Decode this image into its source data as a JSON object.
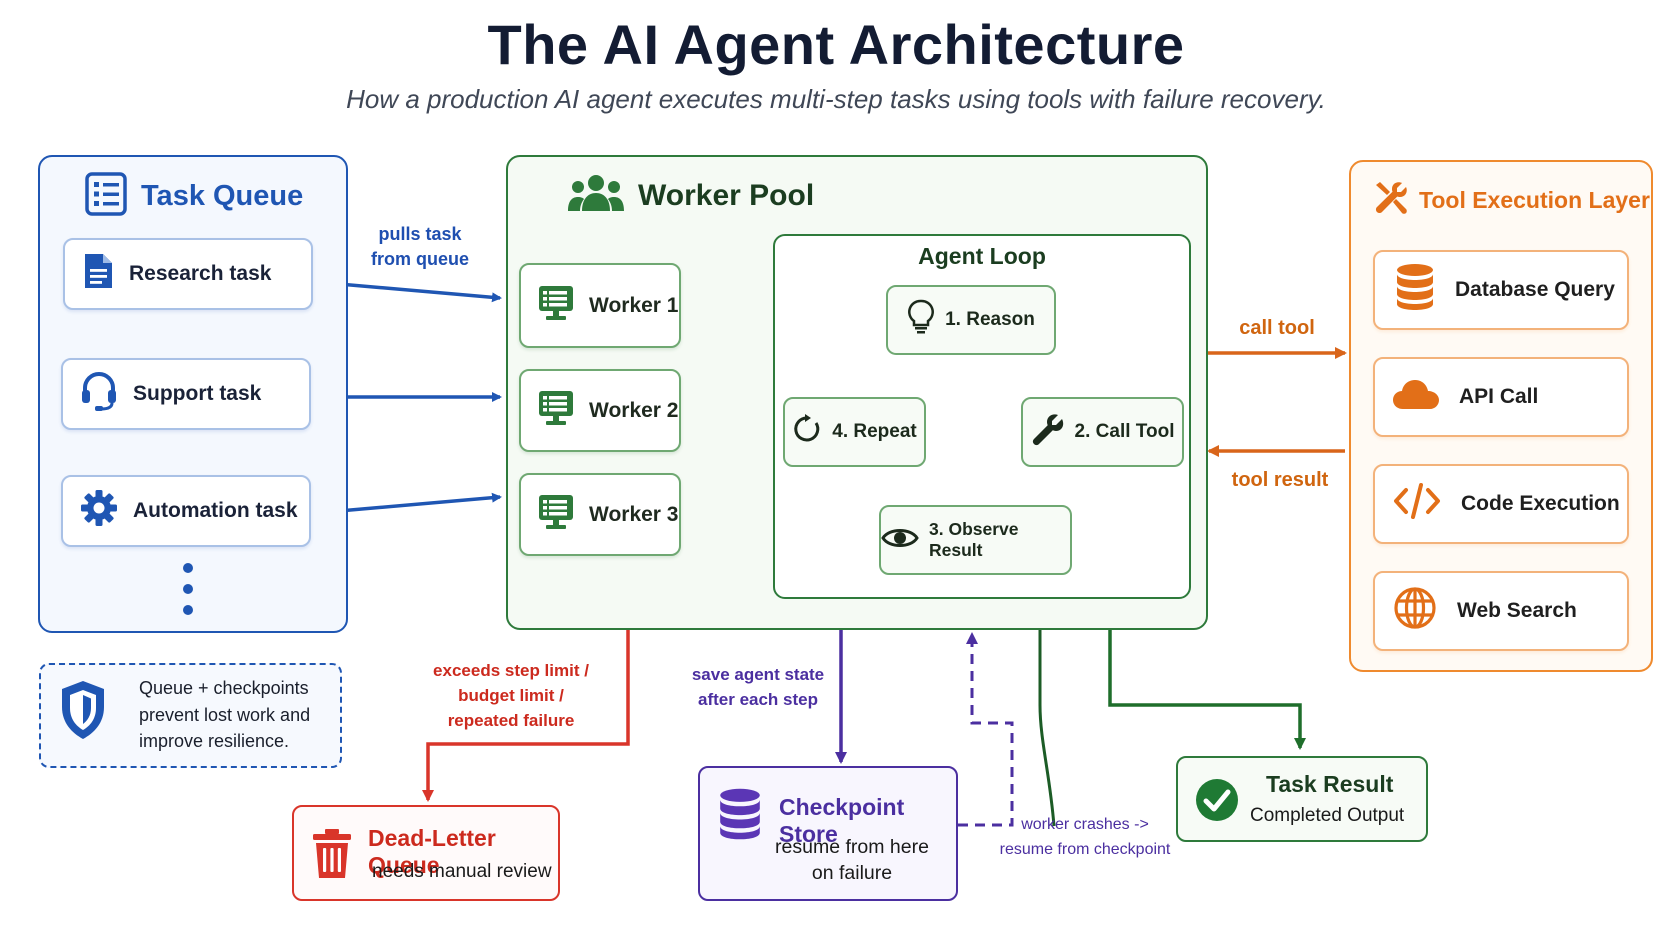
{
  "header": {
    "title": "The AI Agent Architecture",
    "subtitle": "How a production AI agent executes multi-step tasks using tools with failure recovery."
  },
  "task_queue": {
    "title": "Task Queue",
    "tasks": [
      {
        "label": "Research task",
        "icon": "document-icon"
      },
      {
        "label": "Support task",
        "icon": "headset-icon"
      },
      {
        "label": "Automation task",
        "icon": "gear-icon"
      }
    ]
  },
  "note": {
    "text_lines": [
      "Queue + checkpoints",
      "prevent lost work and",
      "improve resilience."
    ]
  },
  "worker_pool": {
    "title": "Worker Pool",
    "workers": [
      "Worker 1",
      "Worker 2",
      "Worker 3"
    ],
    "pull_label": [
      "pulls task",
      "from queue"
    ]
  },
  "agent_loop": {
    "title": "Agent Loop",
    "steps": [
      "1. Reason",
      "2. Call Tool",
      "3. Observe Result",
      "4. Repeat"
    ]
  },
  "tool_layer": {
    "title": "Tool Execution Layer",
    "tools": [
      {
        "label": "Database Query",
        "icon": "database-icon"
      },
      {
        "label": "API Call",
        "icon": "cloud-icon"
      },
      {
        "label": "Code Execution",
        "icon": "code-icon"
      },
      {
        "label": "Web Search",
        "icon": "globe-icon"
      }
    ],
    "call_label": "call tool",
    "result_label": "tool result"
  },
  "flows": {
    "dead_letter_label": [
      "exceeds step limit /",
      "budget limit /",
      "repeated failure"
    ],
    "checkpoint_label": [
      "save agent state",
      "after each step"
    ],
    "resume_label": [
      "worker crashes ->",
      "resume from checkpoint"
    ]
  },
  "dead_letter": {
    "title": "Dead-Letter Queue",
    "subtitle": "needs manual review"
  },
  "checkpoint": {
    "title": "Checkpoint Store",
    "subtitle_lines": [
      "resume from here",
      "on failure"
    ]
  },
  "result": {
    "title": "Task Result",
    "subtitle": "Completed Output"
  },
  "colors": {
    "blue": "#1f56b3",
    "green": "#2e7a3b",
    "orange": "#ef8a2e",
    "red": "#d9352a",
    "purple": "#4b2fa0",
    "dark_green": "#1c5c26"
  }
}
